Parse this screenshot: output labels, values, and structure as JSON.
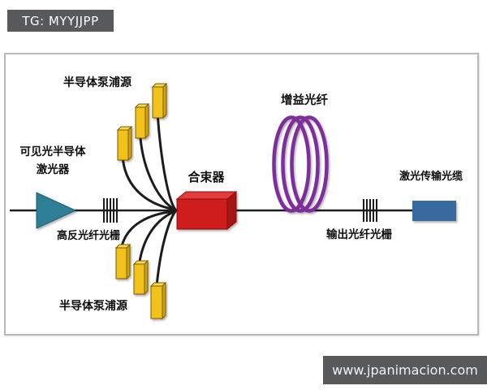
{
  "badge": {
    "text": "TG: MYYJJPP"
  },
  "watermark": {
    "text": "www.jpanimacion.com"
  },
  "diagram": {
    "labels": {
      "visible_laser_line1": "可见光半导体",
      "visible_laser_line2": "激光器",
      "pump_top": "半导体泵浦源",
      "pump_bottom": "半导体泵浦源",
      "hr_grating": "高反光纤光栅",
      "combiner": "合束器",
      "gain_fiber": "增益光纤",
      "output_grating": "输出光纤光栅",
      "delivery_cable": "激光传输光缆"
    },
    "colors": {
      "fiber_line": "#1c1c1c",
      "laser_triangle": "#2f7f95",
      "laser_triangle_edge": "#1f5b6e",
      "pump_front": "#f2c21c",
      "pump_top": "#f8d855",
      "pump_side": "#cfa30e",
      "pump_border": "#7a5c06",
      "combiner_front": "#cf1d1d",
      "combiner_top": "#e43b3b",
      "combiner_side": "#a31212",
      "combiner_border": "#8f0f0f",
      "gain_coil": "#7e2f9a",
      "delivery_cable": "#38699f",
      "badge_bg": "#58595b",
      "frame_border": "#b9b9b9"
    }
  }
}
